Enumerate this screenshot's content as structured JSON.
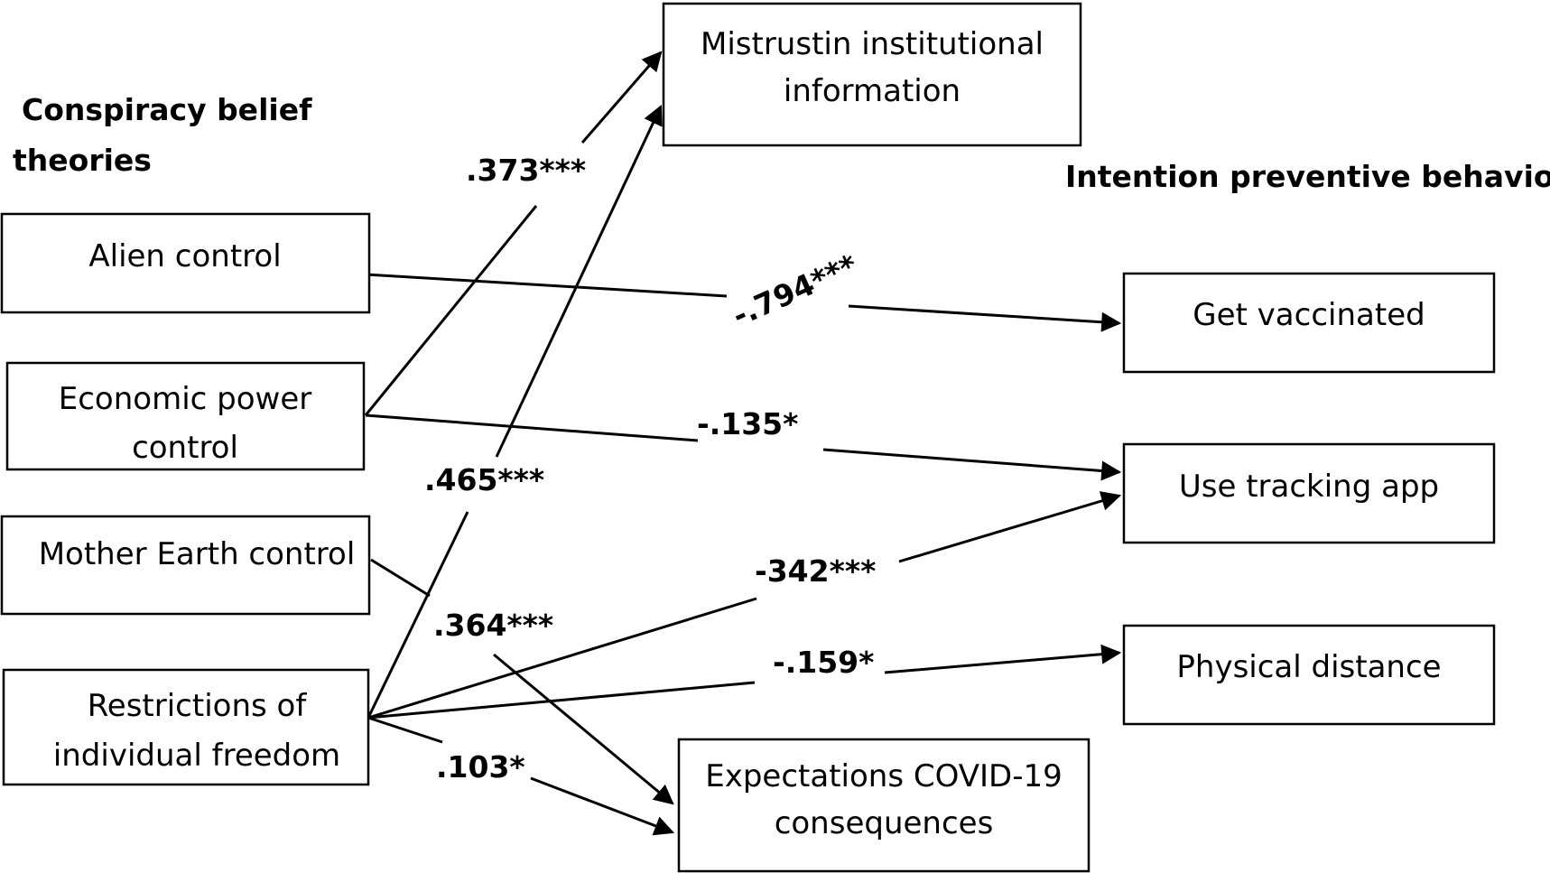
{
  "headers": {
    "left": [
      "Conspiracy belief",
      "theories"
    ],
    "right": "Intention preventive behaviours"
  },
  "boxes": {
    "alien": [
      "Alien control"
    ],
    "economic": [
      "Economic power",
      "control"
    ],
    "mother_earth": [
      "Mother Earth control"
    ],
    "restrictions": [
      "Restrictions of",
      "individual freedom"
    ],
    "mistrust": [
      "Mistrustin institutional",
      "information"
    ],
    "vaccinated": [
      "Get vaccinated"
    ],
    "tracking": [
      "Use tracking app"
    ],
    "distance": [
      "Physical distance"
    ],
    "expectations": [
      "Expectations COVID-19",
      "consequences"
    ]
  },
  "paths": [
    {
      "from": "Economic power control",
      "to": "Mistrustin institutional information",
      "coef": ".373***"
    },
    {
      "from": "Alien control",
      "to": "Get vaccinated",
      "coef": "-.794***"
    },
    {
      "from": "Economic power control",
      "to": "Use tracking app",
      "coef": "-.135*"
    },
    {
      "from": "Restrictions of individual freedom",
      "to": "Mistrustin institutional information",
      "coef": ".465***"
    },
    {
      "from": "Mother Earth control",
      "to": "Expectations COVID-19 consequences",
      "coef": ".364***"
    },
    {
      "from": "Restrictions of individual freedom",
      "to": "Use tracking app",
      "coef": "-342***"
    },
    {
      "from": "Restrictions of individual freedom",
      "to": "Physical distance",
      "coef": "-.159*"
    },
    {
      "from": "Restrictions of individual freedom",
      "to": "Expectations COVID-19 consequences",
      "coef": ".103*"
    }
  ]
}
